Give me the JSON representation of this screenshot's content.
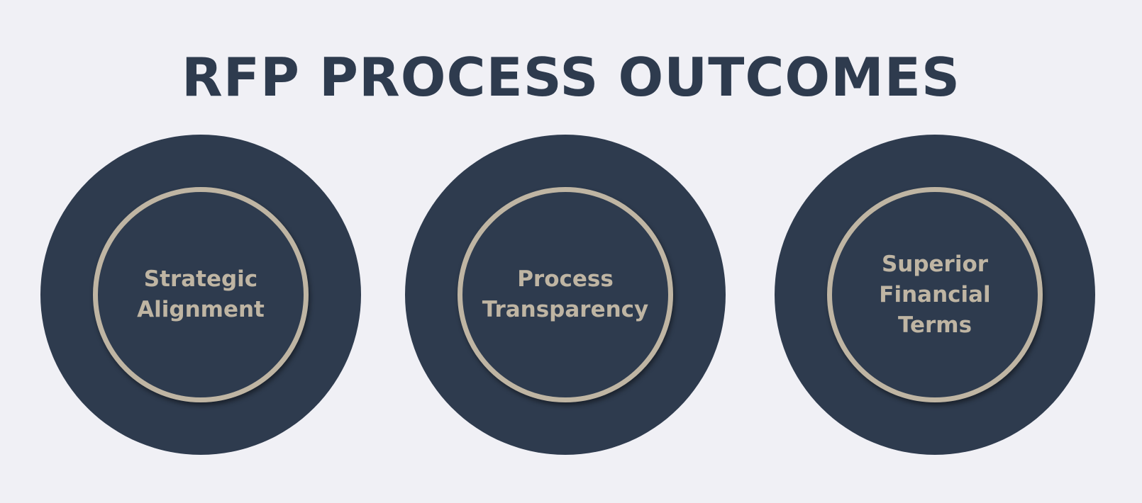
{
  "title": "RFP PROCESS OUTCOMES",
  "colors": {
    "background": "#f0f0f5",
    "circle_fill": "#2e3b4e",
    "ring_and_text": "#bfb5a3",
    "title": "#2e3b4e"
  },
  "outcomes": [
    {
      "label": "Strategic\nAlignment"
    },
    {
      "label": "Process\nTransparency"
    },
    {
      "label": "Superior\nFinancial\nTerms"
    }
  ]
}
